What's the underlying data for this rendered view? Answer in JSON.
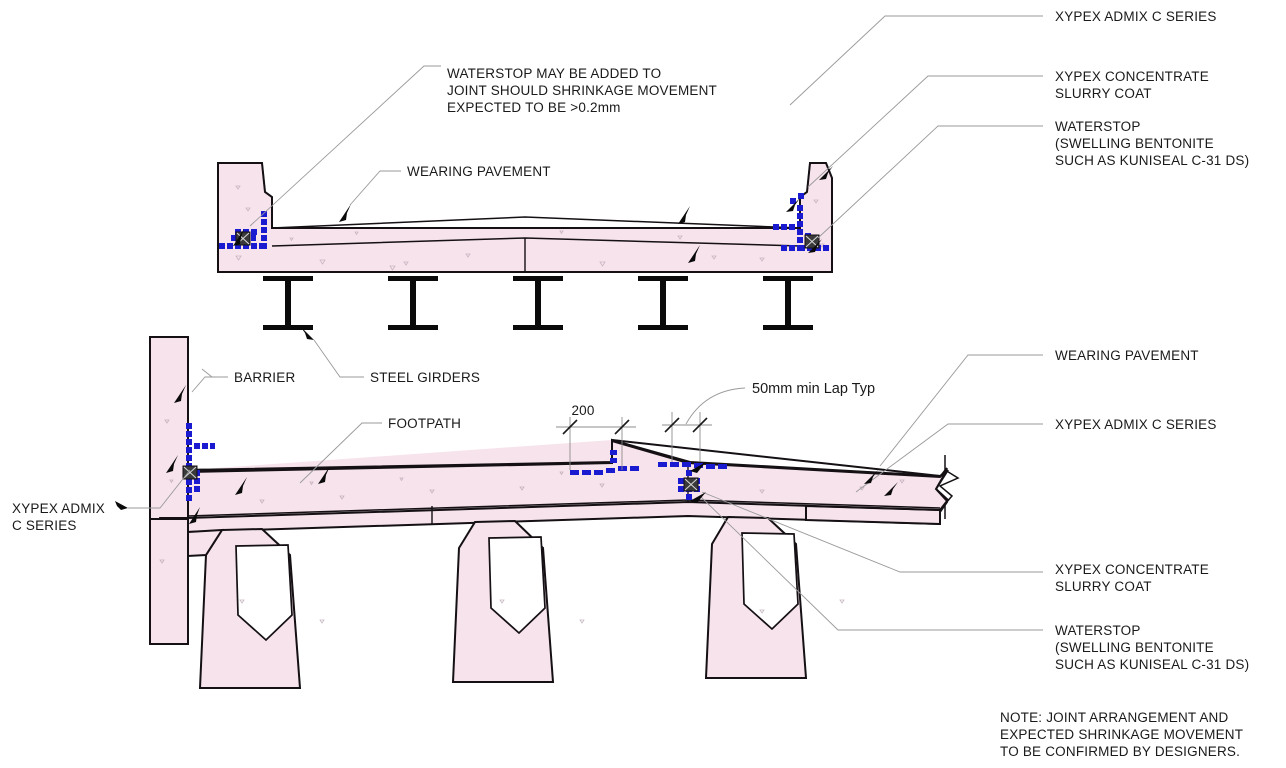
{
  "drawing": {
    "title": "Bridge deck joint waterproofing detail",
    "colors": {
      "concrete_fill": "#f7e3ec",
      "outline": "#141014",
      "waterstop_blue": "#1a1ad0",
      "leader_grey": "#9a9a9a",
      "text": "#1a1a1a"
    }
  },
  "labels": {
    "top_right_1": "XYPEX ADMIX C SERIES",
    "top_right_2_line1": "XYPEX CONCENTRATE",
    "top_right_2_line2": "SLURRY COAT",
    "top_right_3_line1": "WATERSTOP",
    "top_right_3_line2": "(SWELLING BENTONITE",
    "top_right_3_line3": "SUCH AS KUNISEAL C-31 DS)",
    "waterstop_note_line1": "WATERSTOP MAY BE ADDED TO",
    "waterstop_note_line2": "JOINT SHOULD SHRINKAGE MOVEMENT",
    "waterstop_note_line3": "EXPECTED TO BE >0.2mm",
    "wearing_pavement_top": "WEARING PAVEMENT",
    "steel_girders": "STEEL GIRDERS",
    "barrier": "BARRIER",
    "footpath": "FOOTPATH",
    "dimension_200": "200",
    "lap_note": "50mm min Lap Typ",
    "wearing_pavement_lower": "WEARING PAVEMENT",
    "lower_right_1": "XYPEX ADMIX C SERIES",
    "lower_right_2_line1": "XYPEX CONCENTRATE",
    "lower_right_2_line2": "SLURRY COAT",
    "lower_right_3_line1": "WATERSTOP",
    "lower_right_3_line2": "(SWELLING BENTONITE",
    "lower_right_3_line3": "SUCH AS KUNISEAL C-31 DS)",
    "left_label_line1": "XYPEX ADMIX",
    "left_label_line2": "C SERIES",
    "note_line1": "NOTE: JOINT ARRANGEMENT AND",
    "note_line2": "EXPECTED SHRINKAGE MOVEMENT",
    "note_line3": "TO BE CONFIRMED BY DESIGNERS."
  }
}
